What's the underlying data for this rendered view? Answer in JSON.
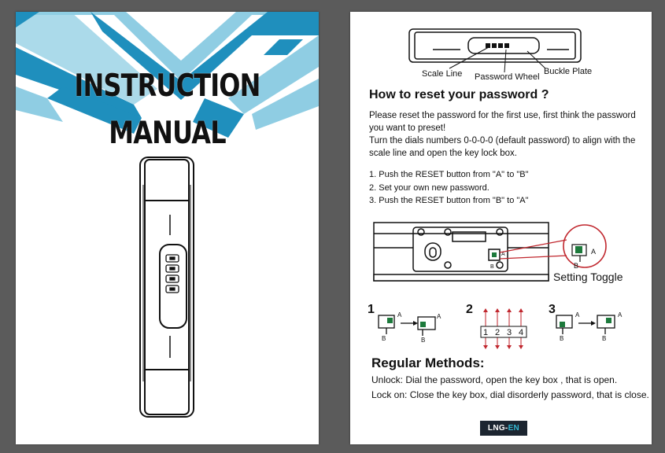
{
  "cover": {
    "title_line1": "INSTRUCTION",
    "title_line2": "MANUAL",
    "colors": {
      "dark_blue": "#1f8fbd",
      "light_blue": "#8fcde3",
      "ink": "#111111"
    }
  },
  "inner": {
    "labels": {
      "scale_line": "Scale Line",
      "password_wheel": "Password Wheel",
      "buckle_plate": "Buckle Plate"
    },
    "heading": "How to reset your password ?",
    "paragraph_lines": [
      "Please reset the password for the first use, first think the password",
      "you want to preset!",
      "Turn the dials numbers 0-0-0-0 (default password) to align with the",
      "scale line and open the key lock box."
    ],
    "steps": [
      "1. Push the RESET button from \"A\" to \"B\"",
      "2. Set your own new password.",
      "3. Push the RESET button from \"B\" to \"A\""
    ],
    "setting_toggle": "Setting Toggle",
    "toggle_marks": {
      "a": "A",
      "b": "B"
    },
    "step_numbers": [
      "1",
      "2",
      "3"
    ],
    "dial_digits": [
      "1",
      "2",
      "3",
      "4"
    ],
    "regular_methods": {
      "title": "Regular Methods:",
      "unlock": "Unlock: Dial the password, open the key box , that is open.",
      "lock": "Lock on: Close the key box, dial disorderly password, that is close."
    },
    "logo": {
      "left": "LNG-",
      "right": "EN"
    },
    "accent_red": "#c0262d",
    "toggle_green": "#1d7a3c"
  }
}
